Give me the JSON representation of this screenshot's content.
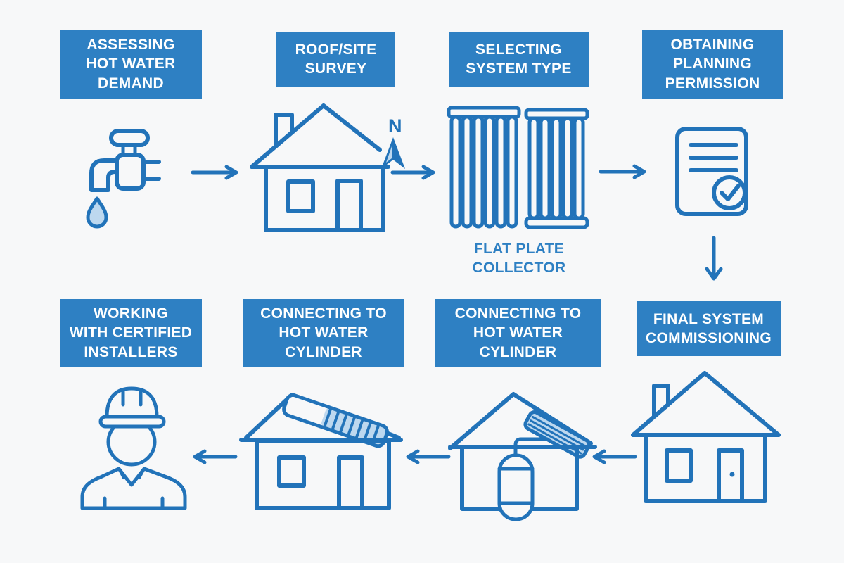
{
  "palette": {
    "background": "#F7F8F9",
    "box_blue": "#2E80C3",
    "stroke_blue": "#2273B9",
    "light_blue": "#BDD8EF",
    "text_white": "#FFFFFF"
  },
  "steps": [
    {
      "label": "ASSESSING\nHOT WATER\nDEMAND",
      "icon": "faucet-icon"
    },
    {
      "label": "ROOF/SITE\nSURVEY",
      "icon": "house-survey-icon"
    },
    {
      "label": "SELECTING\nSYSTEM TYPE",
      "icon": "flat-plate-collector-icon"
    },
    {
      "label": "OBTAINING\nPLANNING\nPERMISSION",
      "icon": "planning-document-icon"
    },
    {
      "label": "WORKING\nWITH CERTIFIED\nINSTALLERS",
      "icon": "certified-installer-icon"
    },
    {
      "label": "CONNECTING TO\nHOT WATER\nCYLINDER",
      "icon": "house-solar-panel-icon"
    },
    {
      "label": "CONNECTING TO\nHOT WATER\nCYLINDER",
      "icon": "house-cylinder-icon"
    },
    {
      "label": "FINAL SYSTEM\nCOMMISSIONING",
      "icon": "house-icon"
    }
  ],
  "collector_caption": "FLAT PLATE\nCOLLECTOR",
  "compass_letter": "N"
}
